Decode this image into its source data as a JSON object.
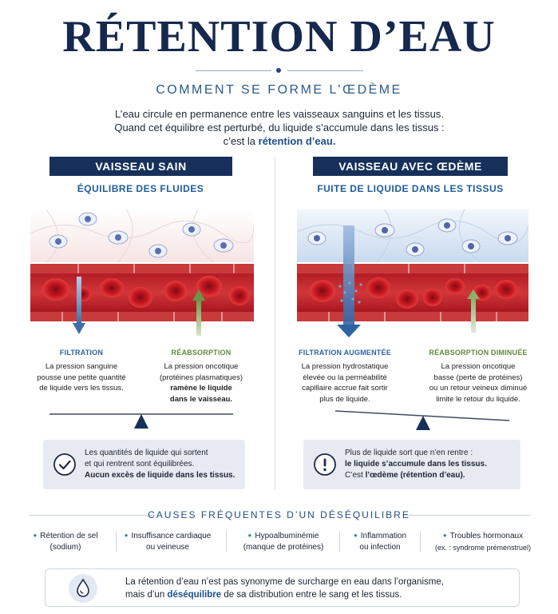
{
  "header": {
    "title": "RÉTENTION D’EAU",
    "subtitle": "COMMENT SE FORME L’ŒDÈME",
    "intro_line1": "L’eau circule en permanence entre les vaisseaux sanguins et les tissus.",
    "intro_line2": "Quand cet équilibre est perturbé, du liquide s’accumule dans les tissus :",
    "intro_line3_pre": "c’est la ",
    "intro_line3_strong": "rétention d’eau."
  },
  "healthy": {
    "label": "VAISSEAU SAIN",
    "subtitle": "ÉQUILIBRE DES FLUIDES",
    "filtration_head": "FILTRATION",
    "filtration_l1": "La pression sanguine",
    "filtration_l2": "pousse une petite quantité",
    "filtration_l3": "de liquide vers les tissus.",
    "reabsorption_head": "RÉABSORPTION",
    "reabsorption_l1": "La pression oncotique",
    "reabsorption_l2": "(protéines plasmatiques)",
    "reabsorption_l3": "ramène le liquide",
    "reabsorption_l4": "dans le vaisseau.",
    "info_l1": "Les quantités de liquide qui sortent",
    "info_l2": "et qui rentrent sont équilibrées.",
    "info_l3": "Aucun excès de liquide dans les tissus."
  },
  "edema": {
    "label": "VAISSEAU AVEC ŒDÈME",
    "subtitle": "FUITE DE LIQUIDE DANS LES TISSUS",
    "filtration_head": "FILTRATION AUGMENTÉE",
    "filtration_l1": "La pression hydrostatique",
    "filtration_l2": "élevée ou la perméabilité",
    "filtration_l3": "capillaire accrue fait sortir",
    "filtration_l4": "plus de liquide.",
    "reabsorption_head": "RÉABSORPTION DIMINUÉE",
    "reabsorption_l1": "La pression oncotique",
    "reabsorption_l2": "basse (perte de protéines)",
    "reabsorption_l3": "ou un retour veineux diminué",
    "reabsorption_l4": "limite le retour du liquide.",
    "info_l1": "Plus de liquide sort que n’en rentre :",
    "info_l2": "le liquide s’accumule dans les tissus.",
    "info_l3_pre": "C’est ",
    "info_l3_strong": "l’œdème (rétention d’eau)."
  },
  "causes": {
    "title": "CAUSES FRÉQUENTES D’UN DÉSÉQUILIBRE",
    "items": [
      {
        "l1": "Rétention de sel",
        "l2": "(sodium)"
      },
      {
        "l1": "Insuffisance cardiaque",
        "l2": "ou veineuse"
      },
      {
        "l1": "Hypoalbuminémie",
        "l2": "(manque de protéines)"
      },
      {
        "l1": "Inflammation",
        "l2": "ou infection"
      },
      {
        "l1": "Troubles hormonaux",
        "l2": "(ex. : syndrome prémenstruel)"
      }
    ]
  },
  "footer": {
    "l1": "La rétention d’eau n’est pas synonyme de surcharge en eau dans l’organisme,",
    "l2_pre": "mais d’un ",
    "l2_strong": "déséquilibre",
    "l2_post": " de sa distribution entre le sang et les tissus."
  },
  "colors": {
    "navy": "#16305a",
    "accent_blue": "#1f5b98",
    "filtration_blue": "#2b63a3",
    "reabsorption_green": "#5e8a3c",
    "blood_red": "#c8202a"
  }
}
